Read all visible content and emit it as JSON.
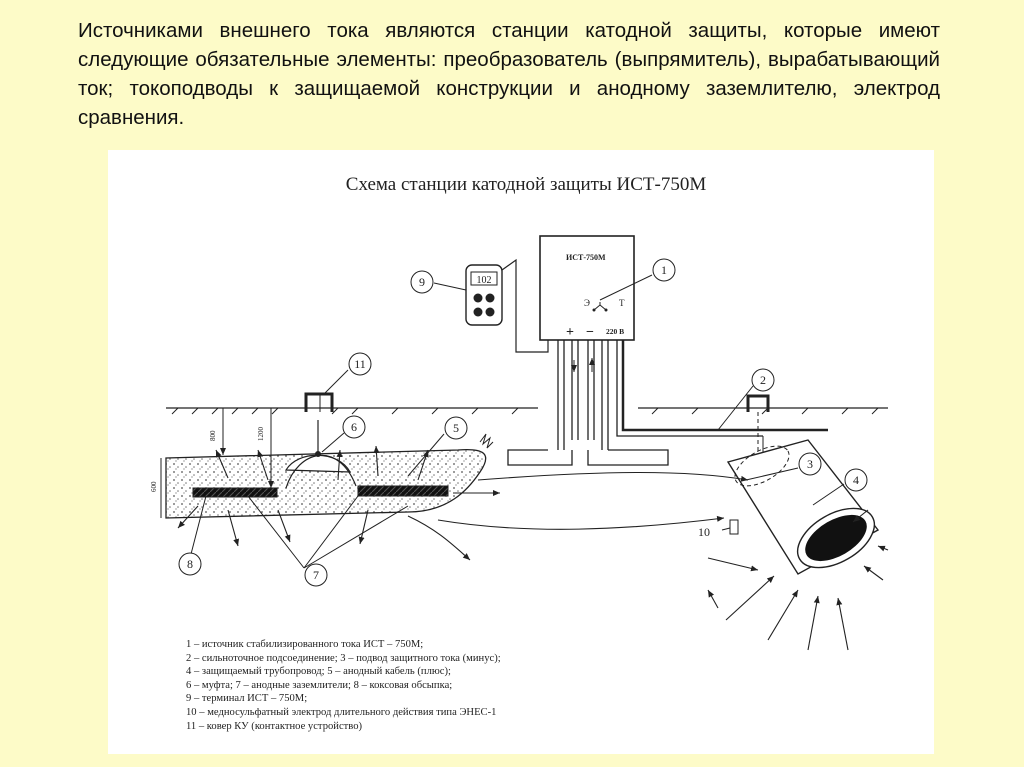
{
  "intro_text": "Источниками внешнего тока являются станции катодной защиты, которые имеют следующие обязательные элементы: преобразователь (выпрямитель), вырабатывающий ток; токоподводы к защищаемой конструкции и анодному заземлителю, электрод сравнения.",
  "diagram": {
    "title": "Схема станции катодной защиты ИСТ-750М",
    "device_label": "ИСТ-750М",
    "terminal_display": "102",
    "terminal_e": "Э",
    "terminal_t": "Т",
    "plus": "+",
    "minus": "−",
    "voltage": "220 В",
    "dim_800": "800",
    "dim_1200": "1200",
    "dim_600": "600",
    "callouts": [
      "1",
      "2",
      "3",
      "4",
      "5",
      "6",
      "7",
      "8",
      "9",
      "10",
      "11"
    ],
    "legend": [
      "1 – источник стабилизированного тока ИСТ – 750М;",
      "2 – сильноточное подсоединение; 3 – подвод защитного тока (минус);",
      "4 – защищаемый трубопровод; 5 – анодный кабель (плюс);",
      "6 – муфта; 7 – анодные заземлители; 8 – коксовая обсыпка;",
      "9 – терминал ИСТ – 750М;",
      "10 – медносульфатный электрод длительного действия типа ЭНЕС-1",
      "11 – ковер КУ (контактное устройство)"
    ]
  }
}
